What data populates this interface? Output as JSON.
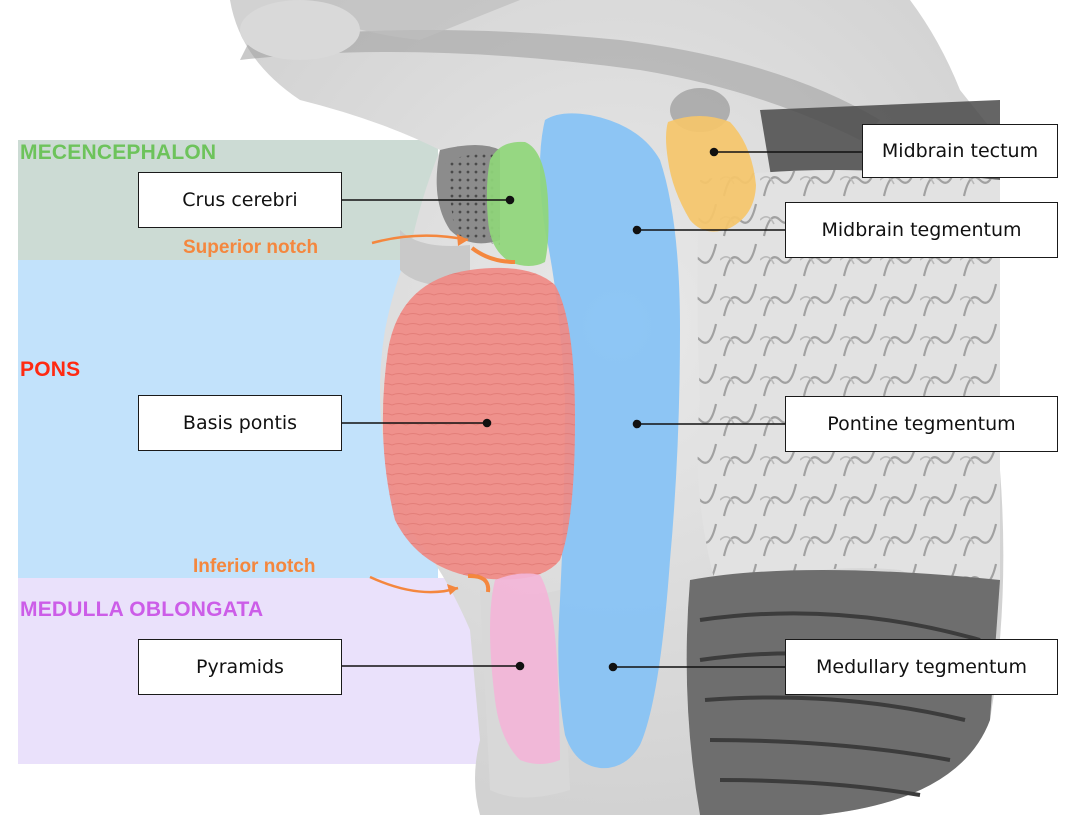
{
  "regions": {
    "mesencephalon": {
      "title": "MECENCEPHALON",
      "color": "#6dc35b"
    },
    "pons": {
      "title": "PONS",
      "color": "#ff2a12"
    },
    "medulla": {
      "title": "MEDULLA OBLONGATA",
      "color": "#cc5de8"
    }
  },
  "notches": {
    "superior": {
      "label": "Superior notch"
    },
    "inferior": {
      "label": "Inferior notch"
    },
    "color": "#f4873e"
  },
  "structures": {
    "crus_cerebri": {
      "label": "Crus cerebri",
      "color": "#8fd67a"
    },
    "basis_pontis": {
      "label": "Basis pontis",
      "color": "#f08a84"
    },
    "pyramids": {
      "label": "Pyramids",
      "color": "#f3b5d8"
    },
    "midbrain_tectum": {
      "label": "Midbrain tectum",
      "color": "#f5c66a"
    },
    "midbrain_tegmentum": {
      "label": "Midbrain tegmentum",
      "color": "#86c2f5"
    },
    "pontine_tegmentum": {
      "label": "Pontine tegmentum",
      "color": "#86c2f5"
    },
    "medullary_tegmentum": {
      "label": "Medullary tegmentum",
      "color": "#86c2f5"
    }
  },
  "band_colors": {
    "mesencephalon": "#c9d9d2",
    "pons": "#bfe0fb",
    "medulla": "#e9dffb"
  }
}
